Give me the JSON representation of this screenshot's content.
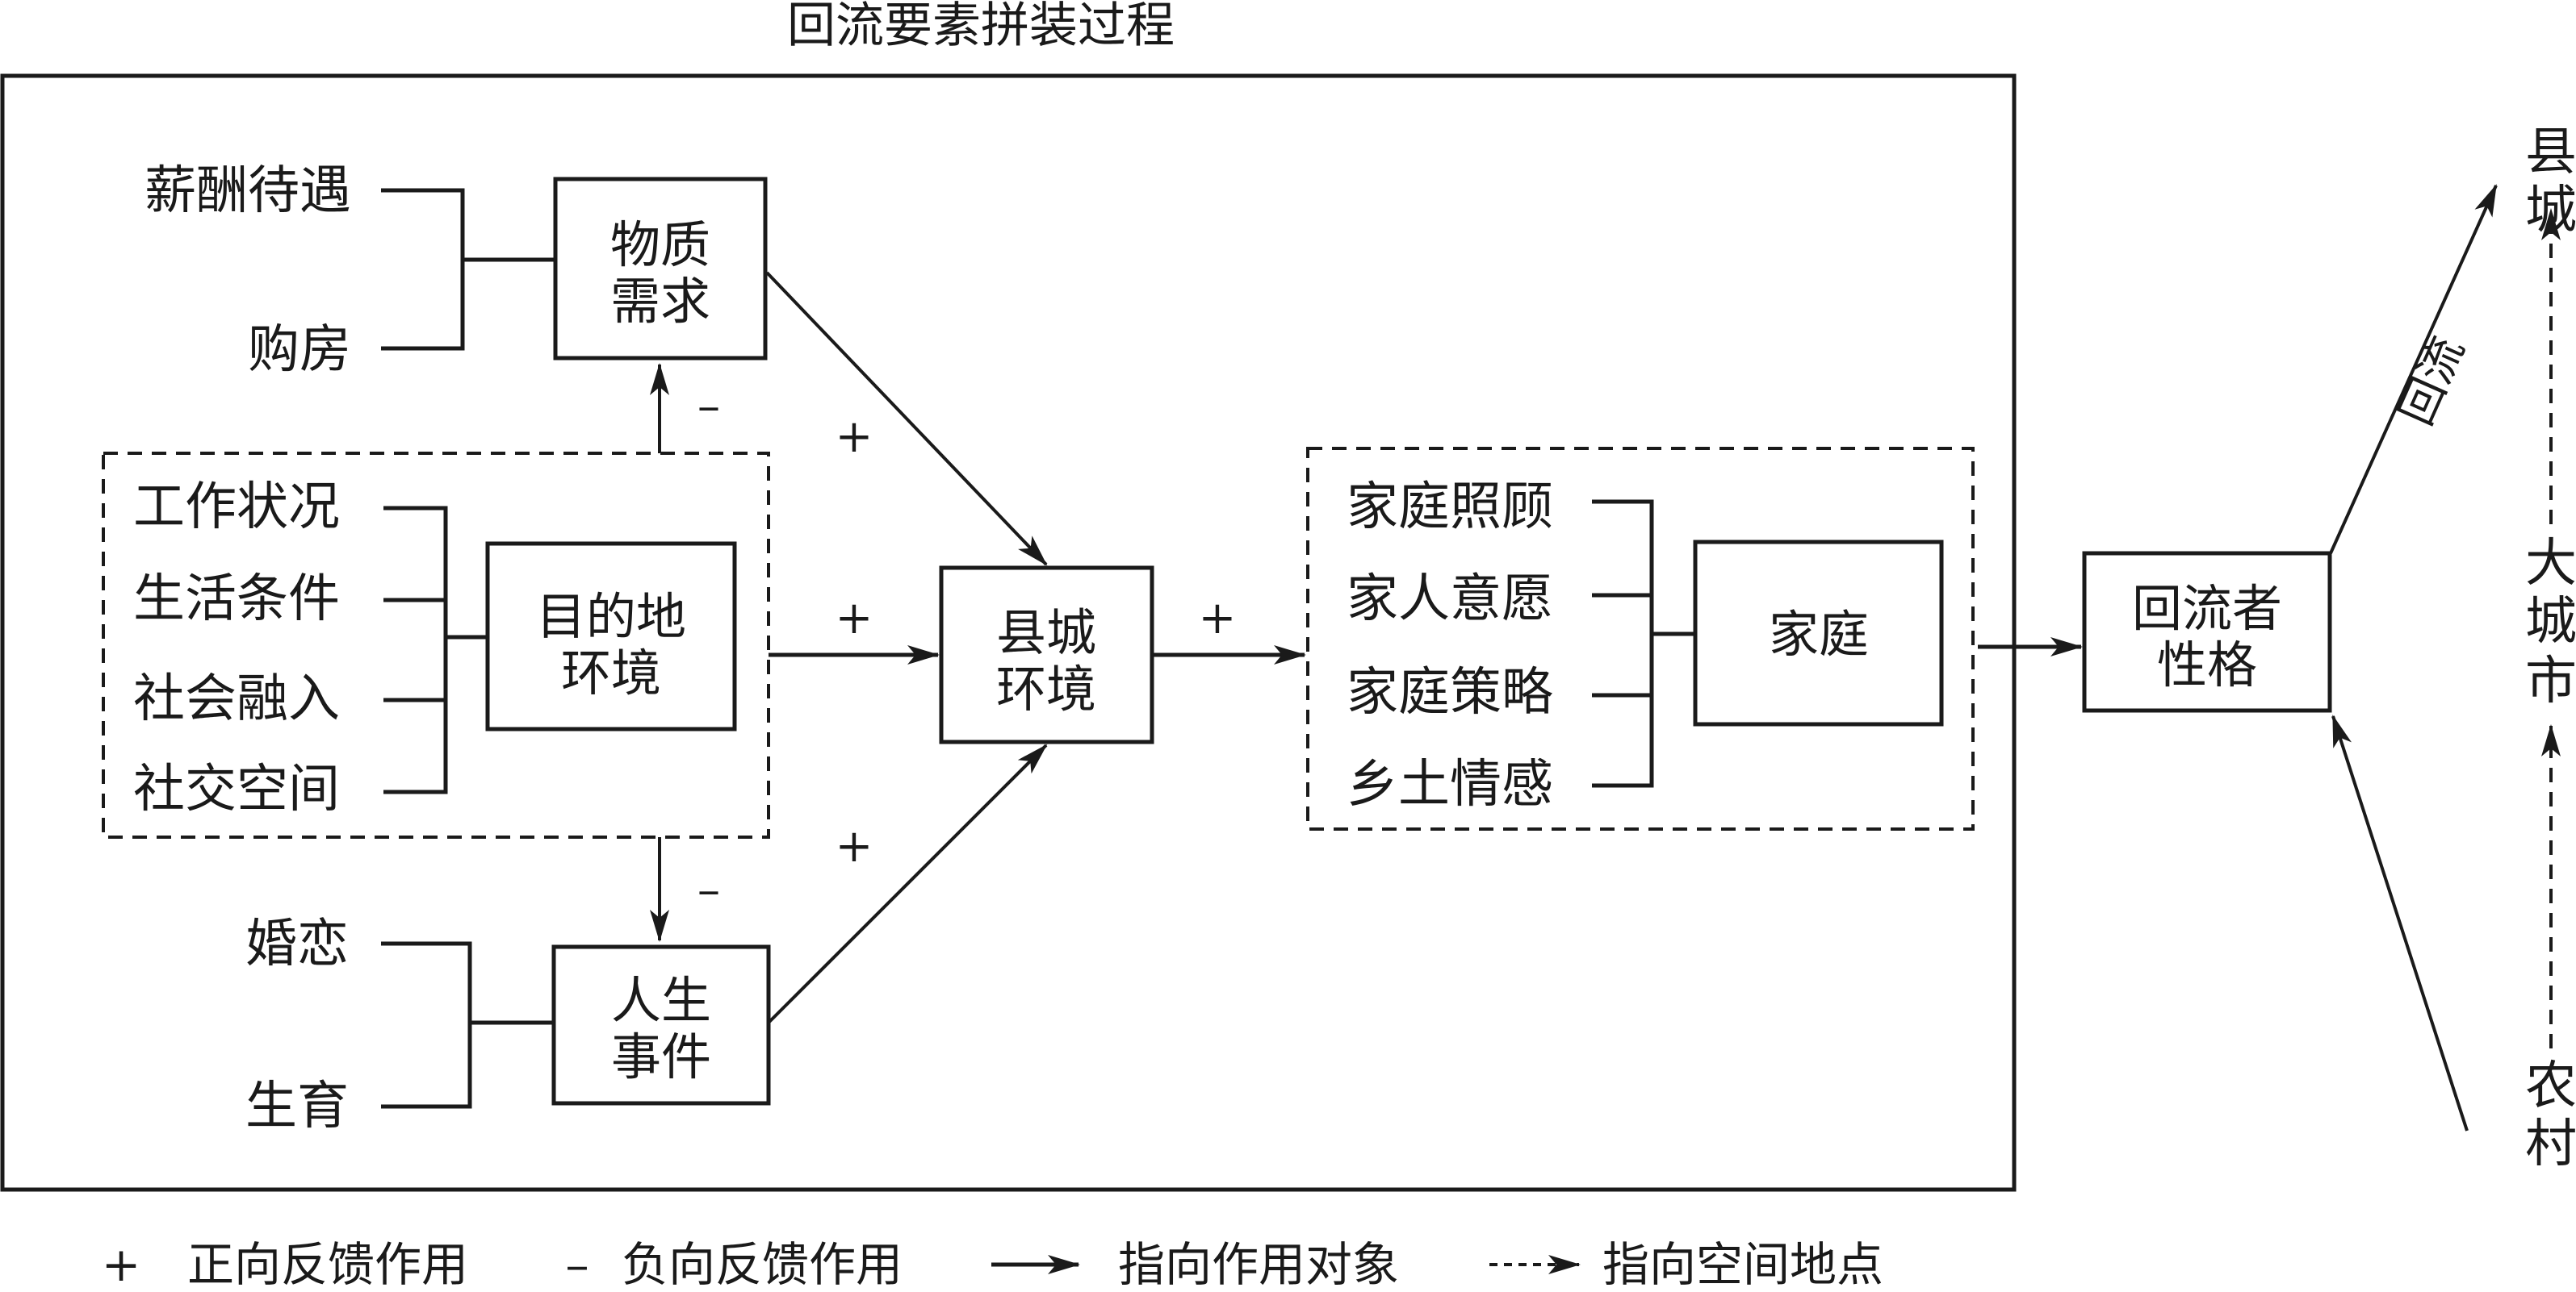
{
  "title": "回流要素拼装过程",
  "left_factors": {
    "material": {
      "label": [
        "物质",
        "需求"
      ],
      "items": [
        "薪酬待遇",
        "购房"
      ]
    },
    "destination": {
      "label": [
        "目的地",
        "环境"
      ],
      "items": [
        "工作状况",
        "生活条件",
        "社会融入",
        "社交空间"
      ]
    },
    "life_events": {
      "label": [
        "人生",
        "事件"
      ],
      "items": [
        "婚恋",
        "生育"
      ]
    }
  },
  "county_env": {
    "label": [
      "县城",
      "环境"
    ]
  },
  "family": {
    "label": "家庭",
    "items": [
      "家庭照顾",
      "家人意愿",
      "家庭策略",
      "乡土情感"
    ]
  },
  "returnee": {
    "label": [
      "回流者",
      "性格"
    ]
  },
  "signs": {
    "dest_to_material": "–",
    "dest_to_life": "–",
    "material_to_county": "+",
    "dest_to_county": "+",
    "life_to_county": "+",
    "county_to_family": "+"
  },
  "places": {
    "county": [
      "县",
      "城"
    ],
    "big_city": [
      "大",
      "城",
      "市"
    ],
    "rural": [
      "农",
      "村"
    ],
    "return_label": "回流"
  },
  "legend": [
    {
      "symbol": "+",
      "text": "正向反馈作用"
    },
    {
      "symbol": "–",
      "text": "负向反馈作用"
    },
    {
      "symbol": "solid-arrow",
      "text": "指向作用对象"
    },
    {
      "symbol": "dashed-arrow",
      "text": "指向空间地点"
    }
  ]
}
